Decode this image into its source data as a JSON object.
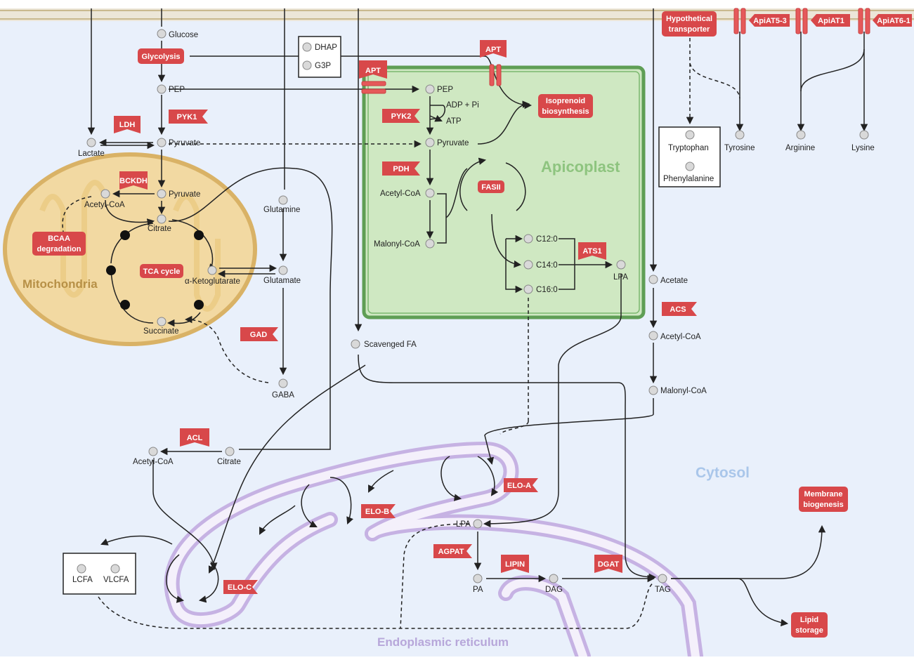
{
  "compartments": {
    "apicoplast": "Apicoplast",
    "mitochondria": "Mitochondria",
    "cytosol": "Cytosol",
    "er": "Endoplasmic reticulum"
  },
  "colors": {
    "enzyme": "#d8484a",
    "apicoplast_fill": "#cfe8c2",
    "apicoplast_border": "#5f9e55",
    "mito_fill": "#f2d9a2",
    "mito_border": "#d9b266",
    "er_fill": "#cdbce6",
    "cytosol_bg": "#e9f0fb",
    "metabolite": "#d9d9d9"
  },
  "enzymes": {
    "glycolysis": "Glycolysis",
    "pyk1": "PYK1",
    "ldh": "LDH",
    "bckdh": "BCKDH",
    "bcaa_1": "BCAA",
    "bcaa_2": "degradation",
    "tca": "TCA cycle",
    "gad": "GAD",
    "acl": "ACL",
    "apt_membrane": "APT",
    "apt_top": "APT",
    "pyk2": "PYK2",
    "pdh": "PDH",
    "fasii": "FASII",
    "ats1": "ATS1",
    "isoprenoid_1": "Isoprenoid",
    "isoprenoid_2": "biosynthesis",
    "hypo_1": "Hypothetical",
    "hypo_2": "transporter",
    "apiat53": "ApiAT5-3",
    "apiat1": "ApiAT1",
    "apiat61": "ApiAT6-1",
    "acs": "ACS",
    "elo_a": "ELO-A",
    "elo_b": "ELO-B",
    "elo_c": "ELO-C",
    "agpat": "AGPAT",
    "lipin": "LIPIN",
    "dgat": "DGAT",
    "membrane_1": "Membrane",
    "membrane_2": "biogenesis",
    "lipid_1": "Lipid",
    "lipid_2": "storage"
  },
  "metabolites": {
    "glucose": "Glucose",
    "dhap": "DHAP",
    "g3p": "G3P",
    "pep_cyto": "PEP",
    "pyruvate_cyto": "Pyruvate",
    "lactate": "Lactate",
    "pyruvate_mito": "Pyruvate",
    "acetylcoa_mito": "Acetyl-CoA",
    "citrate_mito": "Citrate",
    "akg": "α-Ketoglutarate",
    "succinate": "Succinate",
    "glutamine": "Glutamine",
    "glutamate": "Glutamate",
    "gaba": "GABA",
    "acetylcoa_cyto": "Acetyl-CoA",
    "citrate_cyto": "Citrate",
    "pep_api": "PEP",
    "adp_pi": "ADP + Pi",
    "atp": "ATP",
    "pyruvate_api": "Pyruvate",
    "acetylcoa_api": "Acetyl-CoA",
    "malonylcoa_api": "Malonyl-CoA",
    "c120": "C12:0",
    "c140": "C14:0",
    "c160": "C16:0",
    "lpa_api": "LPA",
    "scavenged_fa": "Scavenged FA",
    "tryptophan": "Tryptophan",
    "phenylalanine": "Phenylalanine",
    "tyrosine": "Tyrosine",
    "arginine": "Arginine",
    "lysine": "Lysine",
    "acetate": "Acetate",
    "acetylcoa_r": "Acetyl-CoA",
    "malonylcoa_r": "Malonyl-CoA",
    "lcfa": "LCFA",
    "vlcfa": "VLCFA",
    "lpa_er": "LPA",
    "pa": "PA",
    "dag": "DAG",
    "tag": "TAG"
  }
}
